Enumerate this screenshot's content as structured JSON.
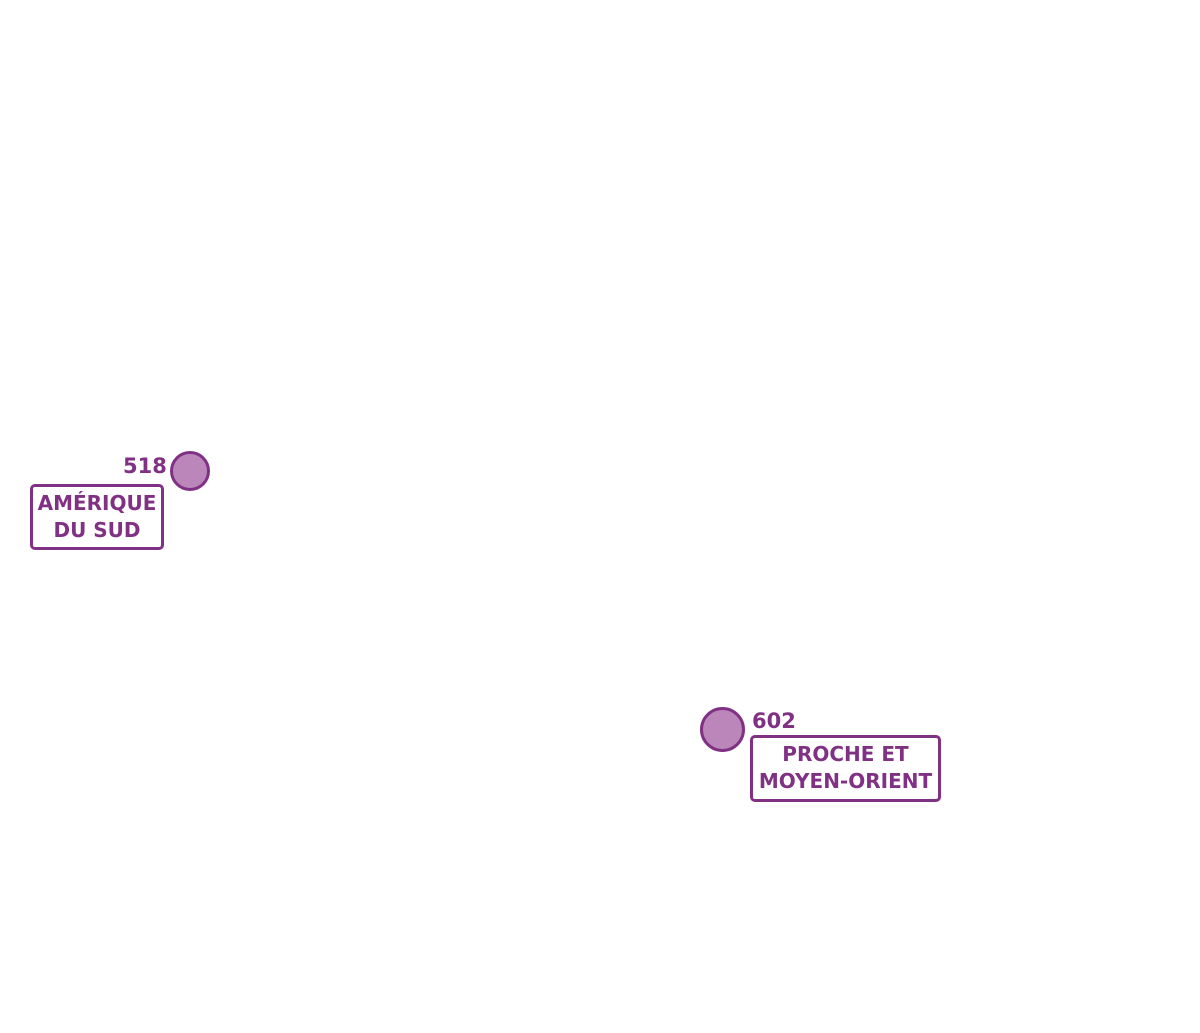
{
  "map": {
    "colors": {
      "stroke": "#813184",
      "fill": "#bb87bb",
      "text": "#813184",
      "background": "#ffffff"
    },
    "markers": [
      {
        "region_lines": [
          "AMÉRIQUE",
          "DU SUD"
        ],
        "value": "518",
        "icon": "circle-marker"
      },
      {
        "region_lines": [
          "PROCHE ET",
          "MOYEN-ORIENT"
        ],
        "value": "602",
        "icon": "circle-marker"
      }
    ]
  }
}
